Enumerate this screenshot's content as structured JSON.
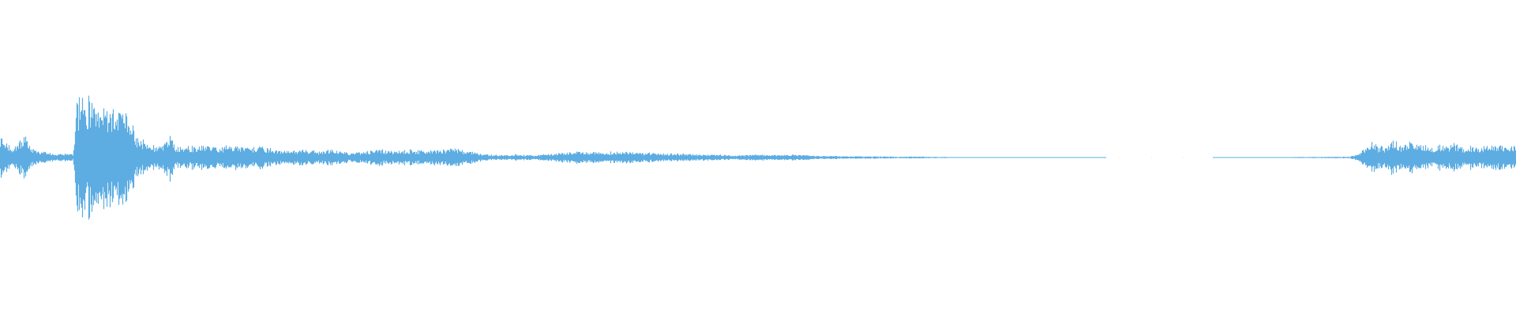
{
  "waveform": {
    "color": "#5DADE2",
    "background": "#FFFFFF",
    "amplitude_envelope": [
      [
        0.0,
        0.14
      ],
      [
        0.004,
        0.1
      ],
      [
        0.008,
        0.05
      ],
      [
        0.012,
        0.1
      ],
      [
        0.016,
        0.14
      ],
      [
        0.02,
        0.06
      ],
      [
        0.026,
        0.04
      ],
      [
        0.032,
        0.03
      ],
      [
        0.038,
        0.02
      ],
      [
        0.044,
        0.03
      ],
      [
        0.048,
        0.02
      ],
      [
        0.05,
        0.32
      ],
      [
        0.054,
        0.39
      ],
      [
        0.058,
        0.38
      ],
      [
        0.062,
        0.34
      ],
      [
        0.066,
        0.35
      ],
      [
        0.07,
        0.32
      ],
      [
        0.074,
        0.35
      ],
      [
        0.078,
        0.3
      ],
      [
        0.082,
        0.36
      ],
      [
        0.086,
        0.28
      ],
      [
        0.09,
        0.12
      ],
      [
        0.096,
        0.1
      ],
      [
        0.1,
        0.08
      ],
      [
        0.106,
        0.07
      ],
      [
        0.112,
        0.15
      ],
      [
        0.116,
        0.06
      ],
      [
        0.122,
        0.08
      ],
      [
        0.128,
        0.07
      ],
      [
        0.134,
        0.09
      ],
      [
        0.14,
        0.07
      ],
      [
        0.148,
        0.07
      ],
      [
        0.156,
        0.08
      ],
      [
        0.164,
        0.06
      ],
      [
        0.172,
        0.08
      ],
      [
        0.18,
        0.05
      ],
      [
        0.19,
        0.04
      ],
      [
        0.2,
        0.05
      ],
      [
        0.21,
        0.04
      ],
      [
        0.22,
        0.05
      ],
      [
        0.23,
        0.03
      ],
      [
        0.24,
        0.04
      ],
      [
        0.25,
        0.05
      ],
      [
        0.26,
        0.04
      ],
      [
        0.27,
        0.05
      ],
      [
        0.28,
        0.04
      ],
      [
        0.29,
        0.05
      ],
      [
        0.3,
        0.06
      ],
      [
        0.31,
        0.04
      ],
      [
        0.32,
        0.02
      ],
      [
        0.33,
        0.015
      ],
      [
        0.34,
        0.02
      ],
      [
        0.35,
        0.015
      ],
      [
        0.36,
        0.02
      ],
      [
        0.37,
        0.03
      ],
      [
        0.38,
        0.04
      ],
      [
        0.39,
        0.035
      ],
      [
        0.4,
        0.035
      ],
      [
        0.41,
        0.04
      ],
      [
        0.42,
        0.035
      ],
      [
        0.43,
        0.03
      ],
      [
        0.44,
        0.025
      ],
      [
        0.45,
        0.025
      ],
      [
        0.46,
        0.02
      ],
      [
        0.47,
        0.02
      ],
      [
        0.48,
        0.015
      ],
      [
        0.49,
        0.015
      ],
      [
        0.5,
        0.02
      ],
      [
        0.51,
        0.015
      ],
      [
        0.52,
        0.02
      ],
      [
        0.53,
        0.015
      ],
      [
        0.54,
        0.01
      ],
      [
        0.55,
        0.01
      ],
      [
        0.56,
        0.008
      ],
      [
        0.57,
        0.008
      ],
      [
        0.58,
        0.007
      ],
      [
        0.59,
        0.006
      ],
      [
        0.6,
        0.006
      ],
      [
        0.61,
        0.005
      ],
      [
        0.62,
        0.004
      ],
      [
        0.63,
        0.002
      ],
      [
        0.64,
        0.002
      ],
      [
        0.66,
        0.002
      ],
      [
        0.68,
        0.001
      ],
      [
        0.7,
        0.001
      ],
      [
        0.72,
        0.0005
      ],
      [
        0.73,
        0.0
      ],
      [
        0.76,
        0.0
      ],
      [
        0.8,
        0.0
      ],
      [
        0.828,
        0.001
      ],
      [
        0.84,
        0.0
      ],
      [
        0.852,
        0.003
      ],
      [
        0.87,
        0.004
      ],
      [
        0.89,
        0.005
      ],
      [
        0.896,
        0.02
      ],
      [
        0.9,
        0.05
      ],
      [
        0.905,
        0.1
      ],
      [
        0.91,
        0.07
      ],
      [
        0.915,
        0.08
      ],
      [
        0.92,
        0.12
      ],
      [
        0.925,
        0.07
      ],
      [
        0.93,
        0.1
      ],
      [
        0.935,
        0.08
      ],
      [
        0.94,
        0.09
      ],
      [
        0.945,
        0.06
      ],
      [
        0.95,
        0.08
      ],
      [
        0.955,
        0.07
      ],
      [
        0.96,
        0.09
      ],
      [
        0.965,
        0.06
      ],
      [
        0.97,
        0.08
      ],
      [
        0.975,
        0.06
      ],
      [
        0.98,
        0.08
      ],
      [
        0.985,
        0.07
      ],
      [
        0.99,
        0.09
      ],
      [
        0.995,
        0.06
      ],
      [
        1.0,
        0.08
      ]
    ]
  }
}
